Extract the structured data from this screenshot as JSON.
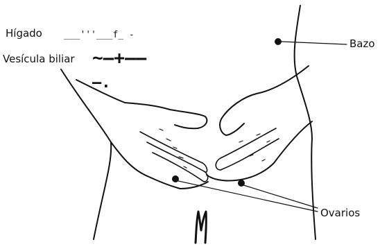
{
  "labels": {
    "liver": "Hígado",
    "gallbladder": "Vesícula biliar",
    "spleen": "Bazo",
    "ovaries": "Ovarios"
  },
  "scan_noise": {
    "line1": "___'''___f_  -",
    "line2": "~–+––",
    "line3": "–."
  },
  "ink_color": "#111111"
}
